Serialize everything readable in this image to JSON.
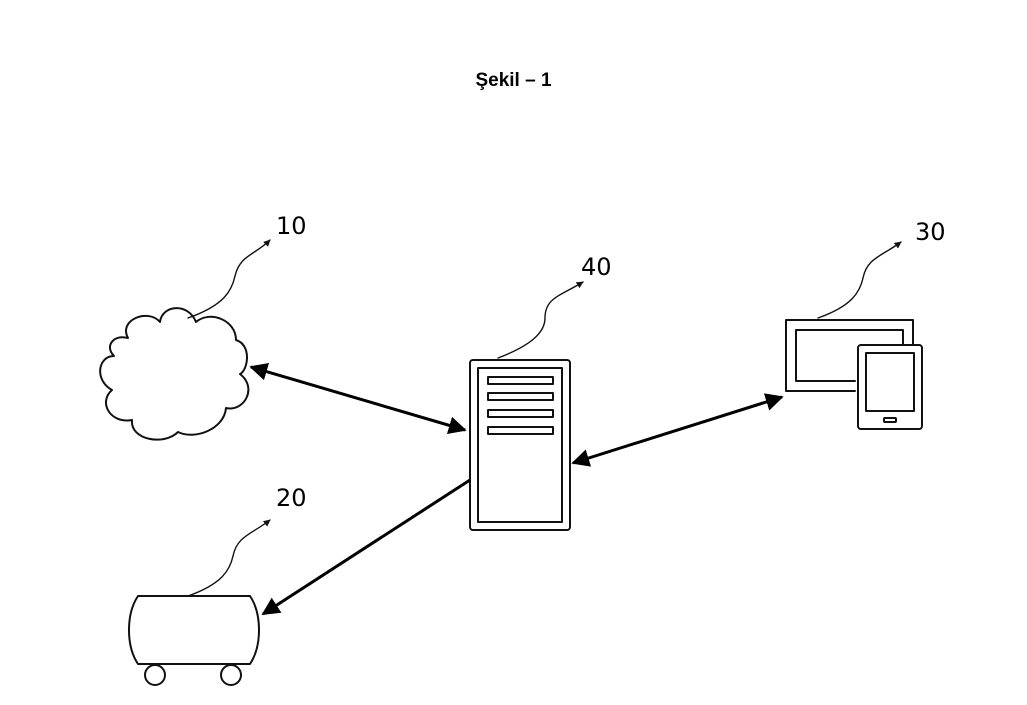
{
  "figure": {
    "title": "Şekil – 1"
  },
  "nodes": [
    {
      "id": "cloud",
      "ref": "10",
      "icon": "cloud-icon"
    },
    {
      "id": "vehicle",
      "ref": "20",
      "icon": "cart-icon"
    },
    {
      "id": "devices",
      "ref": "30",
      "icon": "monitor-tablet-icon"
    },
    {
      "id": "server",
      "ref": "40",
      "icon": "server-tower-icon"
    }
  ],
  "edges": [
    {
      "from": "cloud",
      "to": "server",
      "direction": "both"
    },
    {
      "from": "server",
      "to": "devices",
      "direction": "both"
    },
    {
      "from": "server",
      "to": "vehicle",
      "direction": "forward"
    }
  ]
}
